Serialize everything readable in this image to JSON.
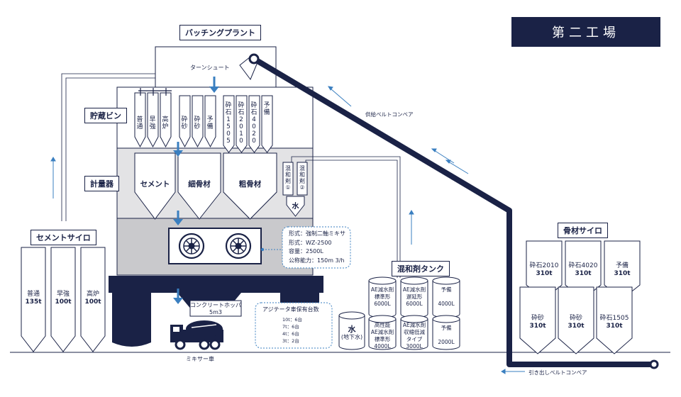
{
  "header": {
    "title": "第二工場"
  },
  "plant": {
    "label": "バッチングプラント",
    "turn_chute": "ターンシュート",
    "storage_bin": "貯蔵ビン",
    "scale": "計量器",
    "bins": [
      "普\n通",
      "早\n強",
      "高\n炉",
      "砕\n砂",
      "砕\n砂",
      "予\n備",
      "砕\n石\n1\n5\n0\n5",
      "砕\n石\n2\n0\n1\n0",
      "砕\n石\n4\n0\n2\n0",
      "予\n備"
    ],
    "weigh": {
      "cement": "セメント",
      "fine": "細骨材",
      "coarse": "粗骨材",
      "admix1": "混\n和\n剤\n①",
      "admix2": "混\n和\n剤\n②",
      "water": "水"
    },
    "mixer_specs": [
      "形式：強制二軸ミキサ",
      "形式：WZ-2500",
      "容量：2500L",
      "公称能力：150m 3/h"
    ]
  },
  "conveyors": {
    "supply": "供給ベルトコンベア",
    "pull": "引き出しベルトコンベア"
  },
  "hopper": {
    "line1": "コンクリートホッパ",
    "line2": "5m3"
  },
  "agitator": {
    "title": "アジテータ車保有台数",
    "rows": [
      "10t：6台",
      "7t：6台",
      "4t：6台",
      "3t：2台"
    ]
  },
  "mixer_truck": "ミキサー車",
  "cement_silo": {
    "label": "セメントサイロ",
    "silos": [
      {
        "name": "普通",
        "cap": "135t"
      },
      {
        "name": "早強",
        "cap": "100t"
      },
      {
        "name": "高炉",
        "cap": "100t"
      }
    ]
  },
  "admixture_tank": {
    "label": "混和剤タンク",
    "water": {
      "name": "水",
      "sub": "(地下水)"
    },
    "tanks": [
      {
        "text": "AE減水剤\n標準形\n6000L"
      },
      {
        "text": "AE減水剤\n遅延形\n6000L"
      },
      {
        "text": "予備\n\n4000L"
      },
      {
        "text": "高性能\nAE減水剤\n標準形\n4000L"
      },
      {
        "text": "AE減水剤\n収縮低減\nタイプ\n3000L"
      },
      {
        "text": "予備\n\n2000L"
      }
    ]
  },
  "aggregate_silo": {
    "label": "骨材サイロ",
    "top": [
      {
        "name": "砕石2010",
        "cap": "310t"
      },
      {
        "name": "砕石4020",
        "cap": "310t"
      },
      {
        "name": "予備",
        "cap": "310t"
      }
    ],
    "bottom": [
      {
        "name": "砕砂",
        "cap": "310t"
      },
      {
        "name": "砕砂",
        "cap": "310t"
      },
      {
        "name": "砕石1505",
        "cap": "310t"
      }
    ]
  },
  "colors": {
    "navy": "#1a2246",
    "arrow_blue": "#3a7fc0",
    "grey": "#c9c9cc",
    "light_grey": "#e3e3e5"
  }
}
